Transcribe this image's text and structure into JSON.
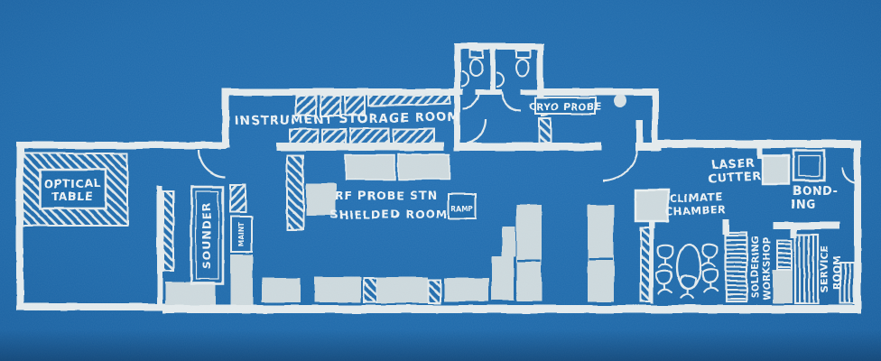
{
  "meta": {
    "type": "blueprint-floor-plan",
    "description": "Hand-drawn blueprint floor plan of an electronics laboratory"
  },
  "colors": {
    "background": "#1e6aab",
    "wall_line": "#e3eaec",
    "equipment_fill": "#ccd8dc",
    "text": "#edf2f4"
  },
  "labels": {
    "optical_table": {
      "line1": "OPTICAL",
      "line2": "TABLE"
    },
    "sounder": "SOUNDER",
    "maint": "MAINT",
    "instrument_storage": "INSTRUMENT STORAGE ROOM",
    "rf_probe_stn": "RF PROBE STN",
    "shielded_room": "SHIELDED ROOM",
    "ramp": "RAMP",
    "cryo_probe": "CRYO PROBE",
    "laser_cutter": {
      "line1": "LASER",
      "line2": "CUTTER"
    },
    "bonding": {
      "line1": "BOND-",
      "line2": "ING"
    },
    "climate_chamber": {
      "line1": "CLIMATE",
      "line2": "CHAMBER"
    },
    "soldering_workshop": {
      "line1": "SOLDERING",
      "line2": "WORKSHOP"
    },
    "service_room": {
      "line1": "SERVICE",
      "line2": "ROOM"
    }
  }
}
